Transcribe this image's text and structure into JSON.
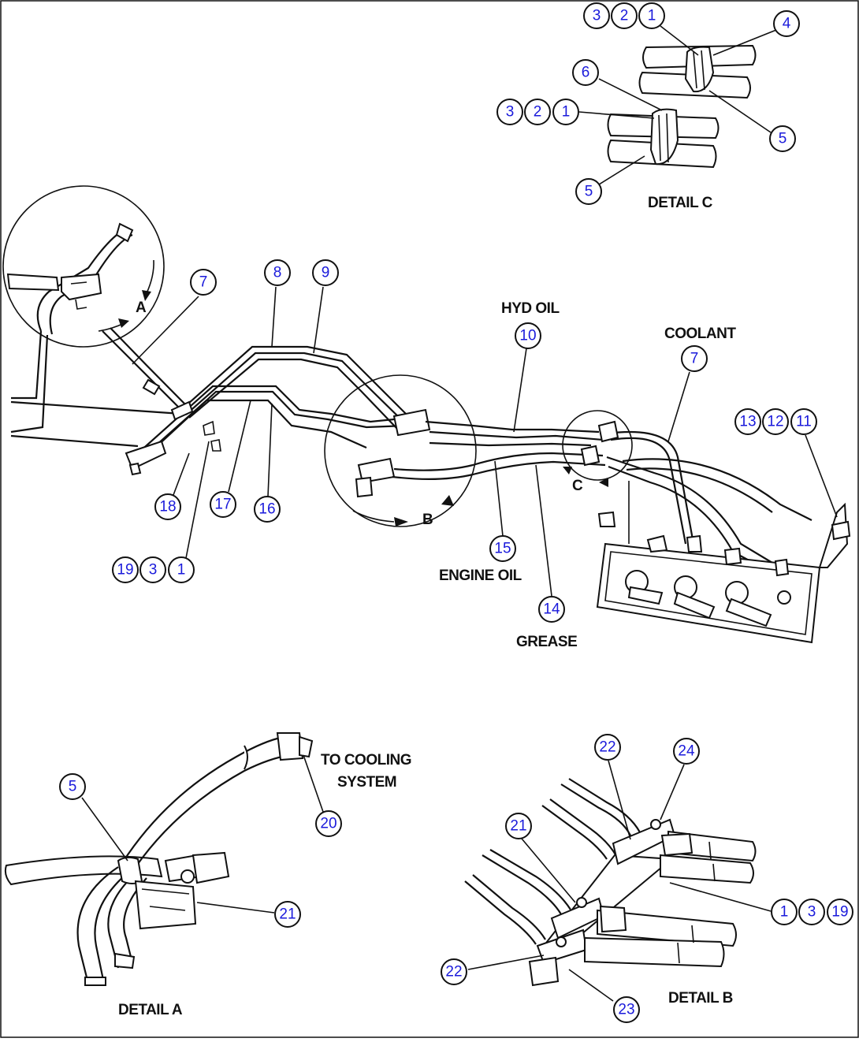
{
  "labels": {
    "detail_c": "DETAIL C",
    "detail_a": "DETAIL A",
    "detail_b": "DETAIL B",
    "hyd_oil": "HYD OIL",
    "coolant": "COOLANT",
    "engine_oil": "ENGINE OIL",
    "grease": "GREASE",
    "to_cooling": "TO COOLING",
    "system": "SYSTEM",
    "view_a": "A",
    "view_b": "B",
    "view_c": "C"
  },
  "callouts": {
    "c_3a": "3",
    "c_2a": "2",
    "c_1a": "1",
    "c_4": "4",
    "c_6": "6",
    "c_3b": "3",
    "c_2b": "2",
    "c_1b": "1",
    "c_5a": "5",
    "c_5b": "5",
    "c_7a": "7",
    "c_8": "8",
    "c_9": "9",
    "c_10": "10",
    "c_7b": "7",
    "c_13": "13",
    "c_12": "12",
    "c_11": "11",
    "c_18": "18",
    "c_17": "17",
    "c_16": "16",
    "c_19a": "19",
    "c_3c": "3",
    "c_1c": "1",
    "c_15": "15",
    "c_14": "14",
    "c_22a": "22",
    "c_24": "24",
    "c_21a": "21",
    "c_1d": "1",
    "c_3d": "3",
    "c_19b": "19",
    "c_22b": "22",
    "c_23": "23",
    "c_5c": "5",
    "c_20": "20",
    "c_21b": "21"
  }
}
